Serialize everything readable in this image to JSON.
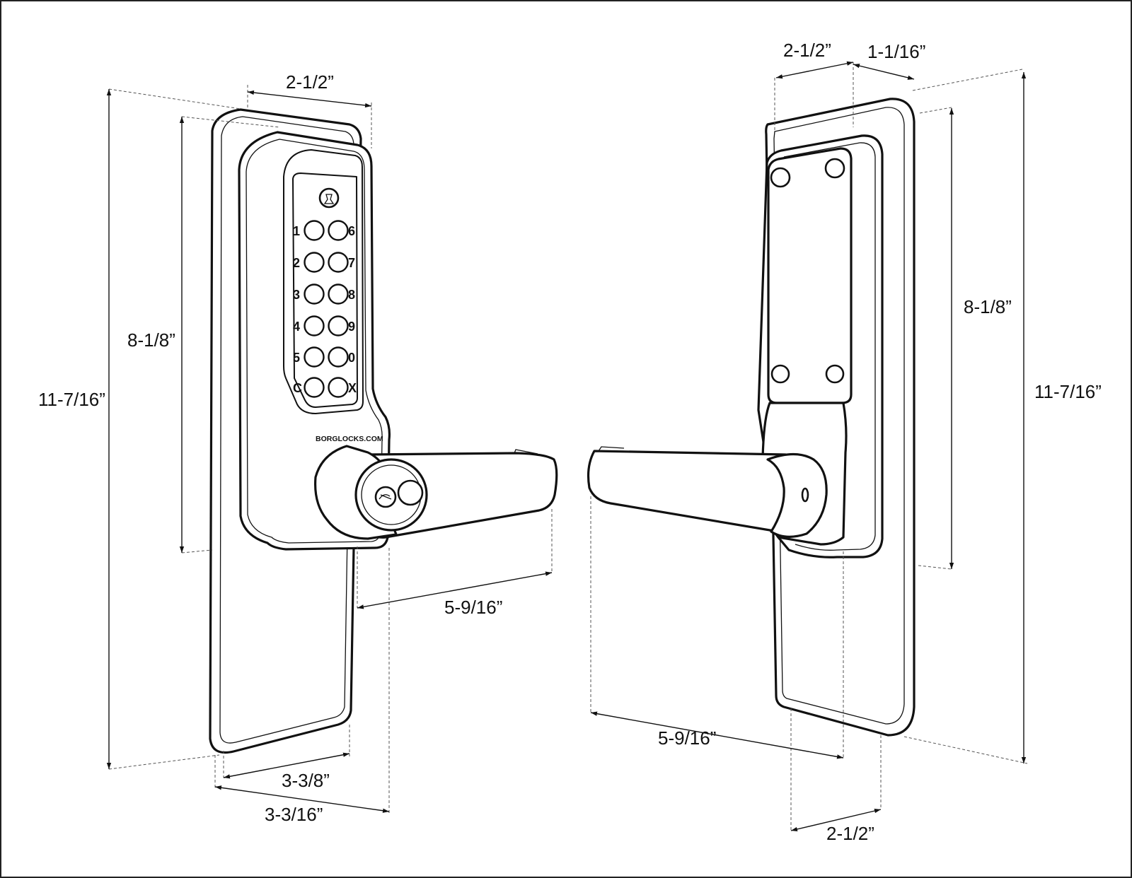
{
  "brand": "BORGLOCKS.COM",
  "keypad": {
    "left_column": [
      "1",
      "2",
      "3",
      "4",
      "5",
      "C"
    ],
    "right_column": [
      "6",
      "7",
      "8",
      "9",
      "0",
      "X"
    ]
  },
  "dimensions": {
    "front_total_height": "11-7/16”",
    "front_body_height": "8-1/8”",
    "front_body_width": "2-1/2”",
    "front_lever_length": "5-9/16”",
    "front_plate_width": "3-3/8”",
    "front_overall_width": "3-3/16”",
    "back_body_width": "2-1/2”",
    "back_depth": "1-1/16”",
    "back_body_height": "8-1/8”",
    "back_total_height": "11-7/16”",
    "back_lever_length": "5-9/16”",
    "back_plate_width": "2-1/2”"
  }
}
